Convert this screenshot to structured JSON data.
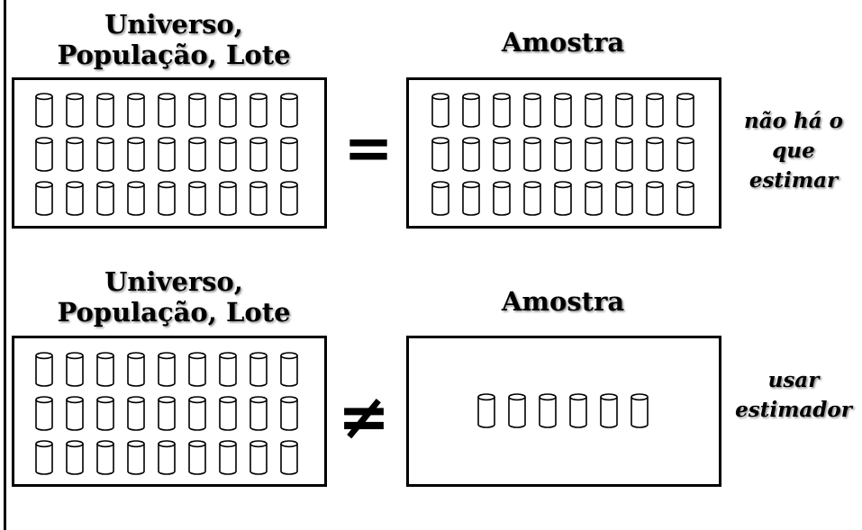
{
  "rows": [
    {
      "population_title": [
        "Universo,",
        "População, Lote"
      ],
      "population_units": 27,
      "relation": "=",
      "sample_title": "Amostra",
      "sample_units": 27,
      "note": [
        "não há o",
        "que",
        "estimar"
      ]
    },
    {
      "population_title": [
        "Universo,",
        "População, Lote"
      ],
      "population_units": 27,
      "relation": "≠",
      "sample_title": "Amostra",
      "sample_units": 6,
      "note": [
        "usar",
        "estimador"
      ]
    }
  ]
}
